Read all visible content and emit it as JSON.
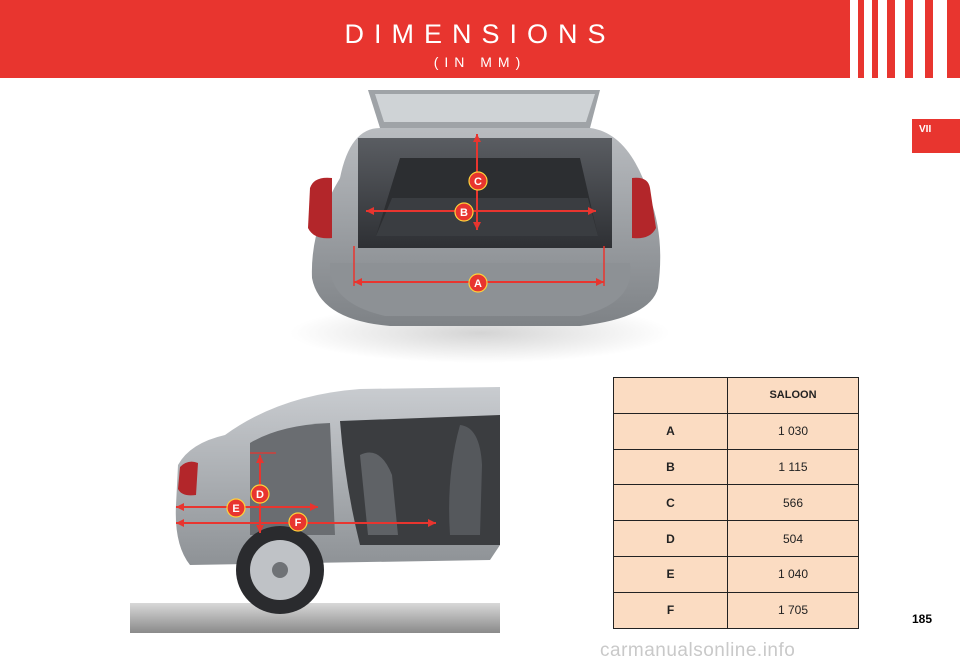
{
  "header": {
    "title": "DIMENSIONS",
    "subtitle": "(IN MM)",
    "accent": "#e8352f"
  },
  "chapter_tab": "VII",
  "page_number": "185",
  "watermark": "carmanualsonline.info",
  "markers": {
    "rear_view": [
      "A",
      "B",
      "C"
    ],
    "side_view": [
      "D",
      "E",
      "F"
    ]
  },
  "table": {
    "header": "SALOON",
    "rows": [
      {
        "key": "A",
        "value": "1 030"
      },
      {
        "key": "B",
        "value": "1 115"
      },
      {
        "key": "C",
        "value": "566"
      },
      {
        "key": "D",
        "value": "504"
      },
      {
        "key": "E",
        "value": "1 040"
      },
      {
        "key": "F",
        "value": "1 705"
      }
    ]
  }
}
